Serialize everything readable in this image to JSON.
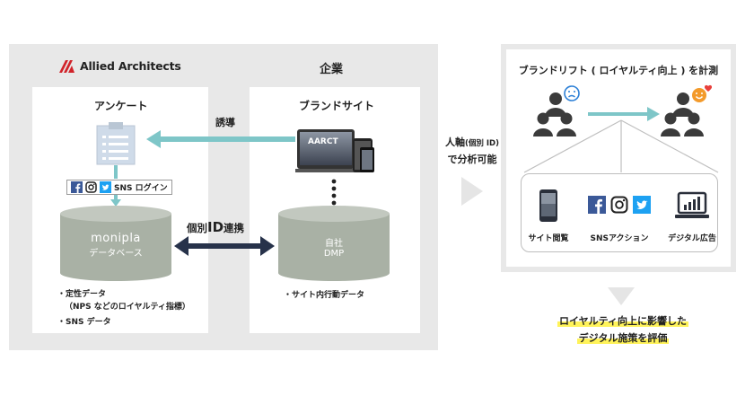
{
  "left_panel": {
    "brand_logo_text": "Allied Architects",
    "company_label": "企業",
    "survey_label": "アンケート",
    "brand_site_label": "ブランドサイト",
    "guide_label": "誘導",
    "sns_login_label": "SNS ログイン",
    "device_screen_text": "AARCT",
    "link_label_prefix": "個別",
    "link_label_id": "ID",
    "link_label_suffix": "連携",
    "monipla_db": {
      "name": "monipla",
      "sub": "データベース"
    },
    "own_dmp": {
      "line1": "自社",
      "line2": "DMP"
    },
    "monipla_notes": [
      "・定性データ",
      "（NPS などのロイヤルティ指標）",
      "・SNS データ"
    ],
    "dmp_notes": [
      "・サイト内行動データ"
    ]
  },
  "middle": {
    "analysis_line1_main": "人軸",
    "analysis_line1_sub": "(個別 ID)",
    "analysis_line2": "で分析可能"
  },
  "right_panel": {
    "title": "ブランドリフト ( ロイヤルティ向上 ) を計測",
    "items": [
      {
        "label": "サイト閲覧",
        "icon": "smartphone-icon"
      },
      {
        "label": "SNSアクション",
        "icon": "sns-logos-icon"
      },
      {
        "label": "デジタル広告",
        "icon": "laptop-chart-icon"
      }
    ]
  },
  "conclusion": {
    "line1": "ロイヤルティ向上に影響した",
    "line2": "デジタル施策を評価"
  },
  "colors": {
    "panel_gray": "#e8e8e8",
    "cylinder_gray": "#a9b1a5",
    "teal_arrow": "#7ec6c8",
    "navy_arrow": "#27324a",
    "logo_red": "#d1232a",
    "facebook_blue": "#3b5998",
    "twitter_blue": "#1da1f2",
    "highlight_yellow": "#fff35a",
    "sad_face_blue": "#2b7fd6",
    "happy_face_orange": "#f39a2b",
    "heart_red": "#e8403c"
  }
}
